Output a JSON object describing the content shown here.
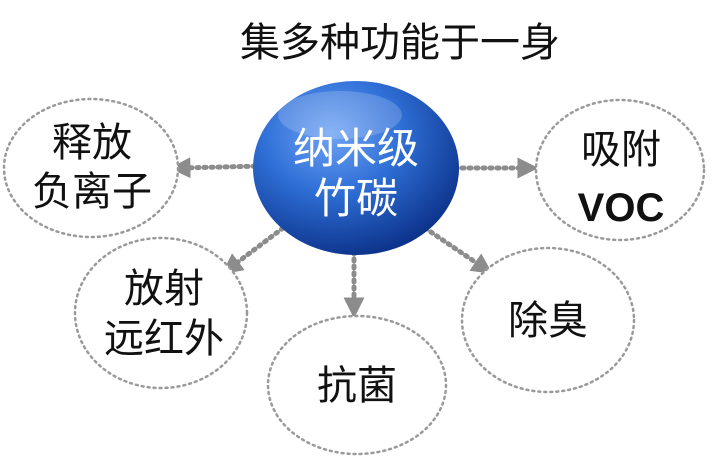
{
  "title": "集多种功能于一身",
  "center": {
    "line1": "纳米级",
    "line2": "竹碳"
  },
  "nodes": {
    "anion": {
      "line1": "释放",
      "line2": "负离子"
    },
    "voc": {
      "line1": "吸附",
      "line2": "VOC"
    },
    "infrared": {
      "line1": "放射",
      "line2": "远红外"
    },
    "antibacterial": {
      "line1": "抗菌"
    },
    "deodorize": {
      "line1": "除臭"
    }
  },
  "colors": {
    "center_fill_light": "#4a86e8",
    "center_fill_dark": "#0b3a9e",
    "circle_stroke": "#9a9a9a",
    "arrow": "#8c8c8c"
  }
}
